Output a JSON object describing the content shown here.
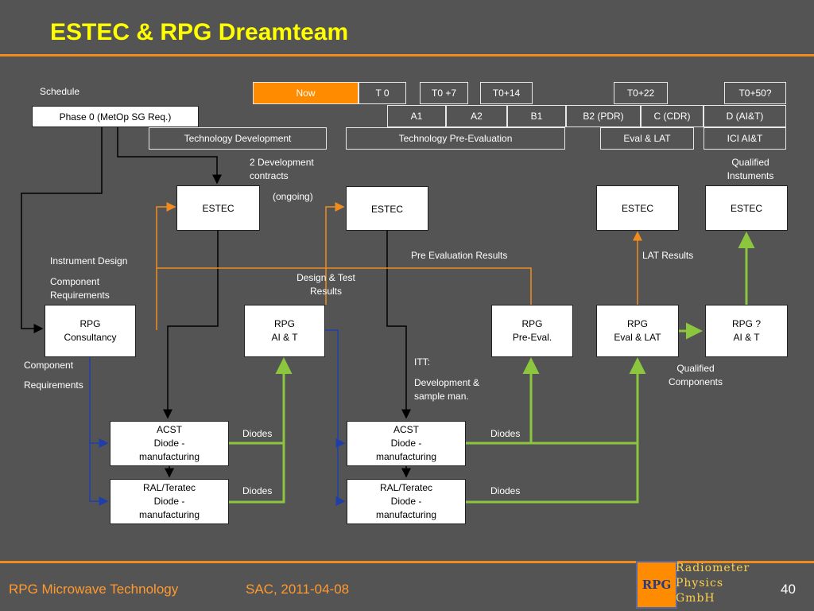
{
  "title": "ESTEC & RPG Dreamteam",
  "schedule": {
    "label": "Schedule",
    "phase": "Phase 0 (MetOp SG Req.)",
    "milestones": [
      "Now",
      "T 0",
      "T0 +7",
      "T0+14",
      "T0+22",
      "T0+50?"
    ],
    "reviews": [
      "A1",
      "A2",
      "B1",
      "B2 (PDR)",
      "C (CDR)",
      "D (AI&T)"
    ],
    "activities": [
      "Technology Development",
      "Technology Pre-Evaluation",
      "Eval & LAT",
      "ICI AI&T"
    ]
  },
  "estec": [
    "ESTEC",
    "ESTEC",
    "ESTEC",
    "ESTEC"
  ],
  "rpg_boxes": [
    {
      "line1": "RPG",
      "line2": "Consultancy"
    },
    {
      "line1": "RPG",
      "line2": "AI & T"
    },
    {
      "line1": "RPG",
      "line2": "Pre-Eval."
    },
    {
      "line1": "RPG",
      "line2": "Eval & LAT"
    },
    {
      "line1": "RPG ?",
      "line2": "AI & T"
    }
  ],
  "suppliers": [
    {
      "line1": "ACST",
      "line2": "Diode -",
      "line3": "manufacturing"
    },
    {
      "line1": "RAL/Teratec",
      "line2": "Diode -",
      "line3": "manufacturing"
    },
    {
      "line1": "ACST",
      "line2": "Diode -",
      "line3": "manufacturing"
    },
    {
      "line1": "RAL/Teratec",
      "line2": "Diode -",
      "line3": "manufacturing"
    }
  ],
  "annotations": {
    "dev_contracts_1": "2 Development",
    "dev_contracts_2": "contracts",
    "ongoing": "(ongoing)",
    "qualified_instruments_1": "Qualified",
    "qualified_instruments_2": "Instuments",
    "instrument_design": "Instrument Design",
    "component_req_1_a": "Component",
    "component_req_1_b": "Requirements",
    "design_test_1": "Design & Test",
    "design_test_2": "Results",
    "pre_eval_results": "Pre Evaluation Results",
    "lat_results": "LAT Results",
    "component_req_2_a": "Component",
    "component_req_2_b": "Requirements",
    "itt": "ITT:",
    "dev_sample_1": "Development &",
    "dev_sample_2": "sample man.",
    "qualified_components_1": "Qualified",
    "qualified_components_2": "Components",
    "diodes": [
      "Diodes",
      "Diodes",
      "Diodes",
      "Diodes"
    ]
  },
  "footer": {
    "left": "RPG Microwave Technology",
    "center": "SAC, 2011-04-08",
    "page": "40"
  },
  "logo": {
    "mark": "RPG",
    "line1": "Radiometer",
    "line2": "Physics",
    "line3": "GmbH"
  },
  "colors": {
    "background": "#545454",
    "title": "#ffff00",
    "accent_orange": "#f08c1e",
    "arrow_green": "#8cc63f",
    "arrow_blue": "#1f3fa8",
    "arrow_black": "#000000"
  }
}
